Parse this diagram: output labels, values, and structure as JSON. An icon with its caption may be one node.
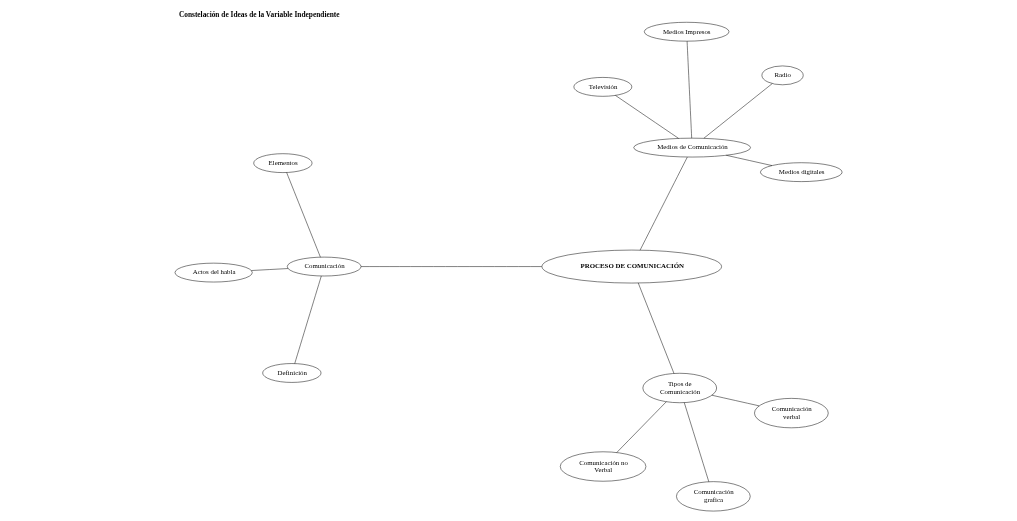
{
  "diagram": {
    "title": "Constelación de Ideas de la Variable Independiente",
    "nodes": [
      {
        "text": [
          "PROCESO DE COMUNICACIÓN"
        ]
      },
      {
        "text": [
          "Comunicación"
        ]
      },
      {
        "text": [
          "Elementos"
        ]
      },
      {
        "text": [
          "Definición"
        ]
      },
      {
        "text": [
          "Actos del habla"
        ]
      },
      {
        "text": [
          "Medios de Comunicación"
        ]
      },
      {
        "text": [
          "Medios digitales"
        ]
      },
      {
        "text": [
          "Televisión"
        ]
      },
      {
        "text": [
          "Radio"
        ]
      },
      {
        "text": [
          "Medios Impresos"
        ]
      },
      {
        "text": [
          "Tipos de Comunicación"
        ]
      },
      {
        "text": [
          "Comunicación verbal"
        ]
      },
      {
        "text": [
          "Comunicación no Verbal"
        ]
      },
      {
        "text": [
          "Comunicación grafica"
        ]
      }
    ],
    "edges": [
      {
        "from": 0,
        "to": 1,
        "arrow": "none"
      },
      {
        "from": 1,
        "to": 2,
        "arrow": "none"
      },
      {
        "from": 1,
        "to": 3,
        "arrow": "none"
      },
      {
        "from": 1,
        "to": 4,
        "arrow": "none"
      },
      {
        "from": 0,
        "to": 5,
        "arrow": "none"
      },
      {
        "from": 5,
        "to": 6,
        "arrow": "none"
      },
      {
        "from": 5,
        "to": 7,
        "arrow": "none"
      },
      {
        "from": 5,
        "to": 8,
        "arrow": "none"
      },
      {
        "from": 5,
        "to": 9,
        "arrow": "none"
      },
      {
        "from": 0,
        "to": 10,
        "arrow": "none"
      },
      {
        "from": 10,
        "to": 11,
        "arrow": "none"
      },
      {
        "from": 10,
        "to": 12,
        "arrow": "none"
      },
      {
        "from": 10,
        "to": 13,
        "arrow": "none"
      }
    ]
  }
}
